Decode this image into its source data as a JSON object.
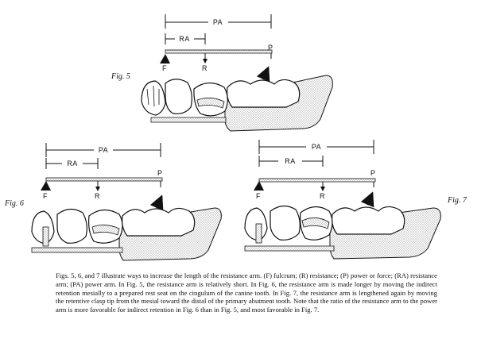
{
  "figures": {
    "fig5": {
      "label": "Fig. 5",
      "pa": "PA",
      "ra": "RA",
      "f": "F",
      "r": "R",
      "p": "P"
    },
    "fig6": {
      "label": "Fig. 6",
      "pa": "PA",
      "ra": "RA",
      "f": "F",
      "r": "R",
      "p": "P"
    },
    "fig7": {
      "label": "Fig. 7",
      "pa": "PA",
      "ra": "RA",
      "f": "F",
      "r": "R",
      "p": "P"
    }
  },
  "caption": {
    "text": "Figs. 5, 6, and 7 illustrate ways to increase the length of the resistance arm. (F) fulcrum; (R) resistance; (P) power or force; (RA) resistance arm; (PA) power arm. In Fig. 5, the resistance arm is relatively short. In Fig. 6, the resistance arm is made longer by moving the indirect retention mesially to a prepared rest seat on the cingulum of the canine tooth. In Fig. 7, the resistance arm is lengthened again by moving the retentive clasp tip from the mesial toward the distal of the primary abutment tooth. Note that the ratio of the resistance arm to the power arm is more favorable for indirect retention in Fig. 6 than in Fig. 5, and most favorable in Fig. 7."
  },
  "colors": {
    "ink": "#111111",
    "paper": "#ffffff",
    "stipple": "#888888"
  }
}
